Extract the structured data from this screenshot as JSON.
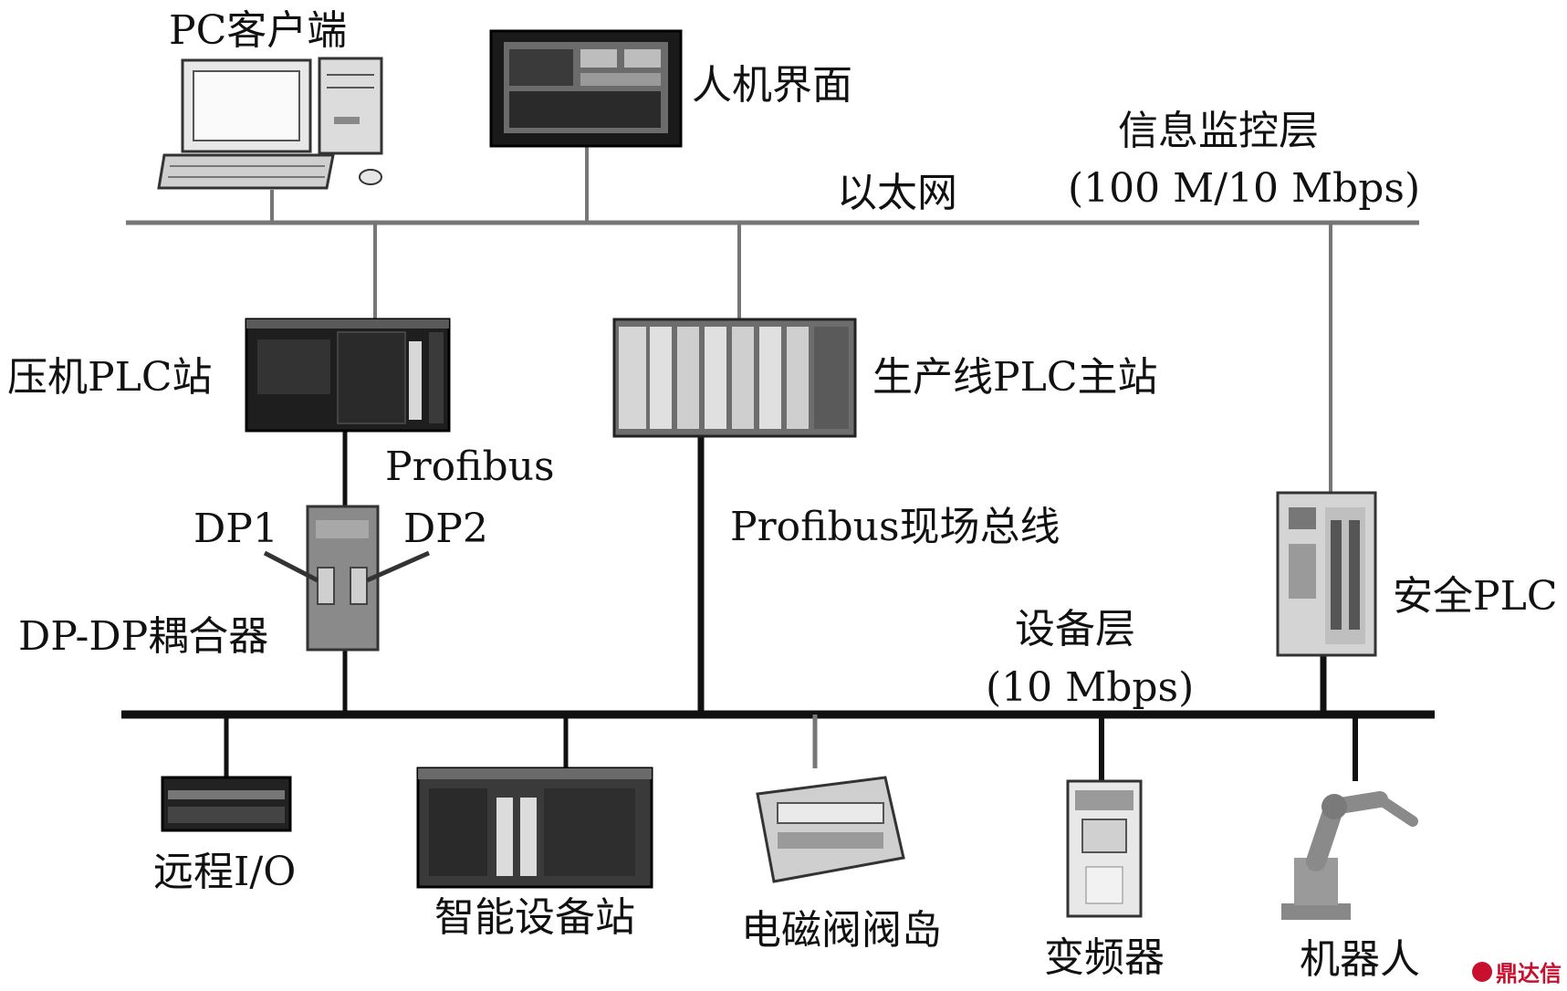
{
  "labels": {
    "pc_client": "PC客户端",
    "hmi": "人机界面",
    "info_layer": "信息监控层",
    "info_speed": "(100 M/10 Mbps)",
    "ethernet": "以太网",
    "press_plc": "压机PLC站",
    "line_plc_master": "生产线PLC主站",
    "profibus": "Profibus",
    "dp1": "DP1",
    "dp2": "DP2",
    "dp_coupler": "DP-DP耦合器",
    "profibus_fieldbus": "Profibus现场总线",
    "safety_plc": "安全PLC",
    "device_layer": "设备层",
    "device_speed": "(10 Mbps)",
    "remote_io": "远程I/O",
    "smart_station": "智能设备站",
    "valve_island": "电磁阀阀岛",
    "inverter": "变频器",
    "robot": "机器人"
  },
  "watermark": "鼎达信",
  "colors": {
    "line": "#777777",
    "bus": "#111111",
    "watermark": "#c8102e"
  }
}
